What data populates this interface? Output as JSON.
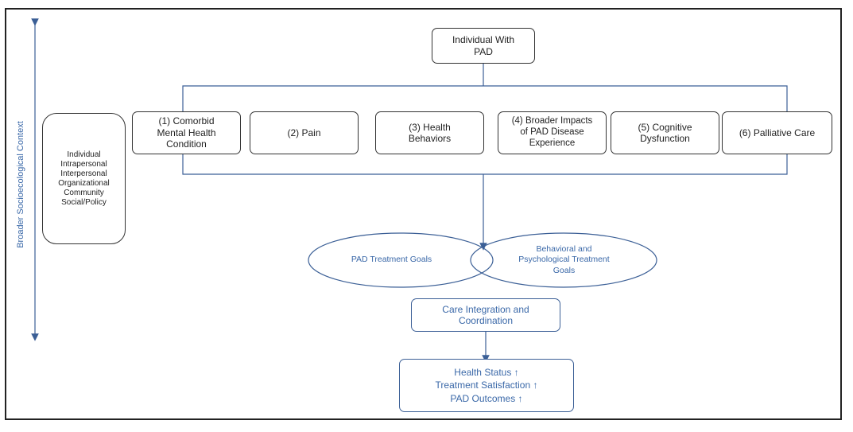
{
  "diagram": {
    "top_node": "Individual With\nPAD",
    "levels": "Individual\nIntrapersonal\nInterpersonal\nOrganizational\nCommunity\nSocial/Policy",
    "context_label": "Broader Socioecological Context",
    "domains": [
      {
        "label": "(1) Comorbid\nMental Health\nCondition"
      },
      {
        "label": "(2) Pain"
      },
      {
        "label": "(3) Health\nBehaviors"
      },
      {
        "label": "(4) Broader Impacts\nof PAD Disease\nExperience"
      },
      {
        "label": "(5) Cognitive\nDysfunction"
      },
      {
        "label": "(6) Palliative Care"
      }
    ],
    "goals": {
      "left": "PAD Treatment Goals",
      "right": "Behavioral and\nPsychological Treatment\nGoals"
    },
    "integration": "Care Integration and\nCoordination",
    "outcomes": "Health Status ↑\nTreatment Satisfaction ↑\nPAD Outcomes ↑"
  },
  "colors": {
    "accent_blue": "#3a68a8",
    "border_dark": "#333333"
  }
}
